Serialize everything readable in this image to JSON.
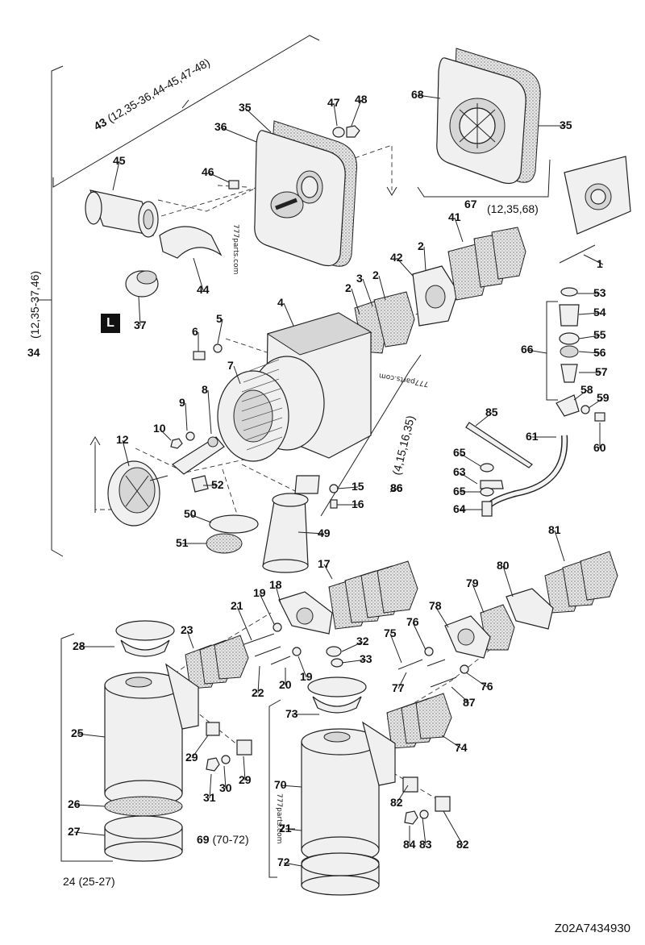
{
  "figure_id": "Z02A7434930",
  "page_mark": "L",
  "watermark": "777parts.com",
  "callouts": [
    "1",
    "2",
    "3",
    "4",
    "5",
    "6",
    "7",
    "8",
    "9",
    "10",
    "12",
    "15",
    "16",
    "17",
    "18",
    "19",
    "20",
    "21",
    "22",
    "23",
    "25",
    "26",
    "27",
    "28",
    "29",
    "30",
    "31",
    "32",
    "33",
    "35",
    "36",
    "37",
    "41",
    "42",
    "44",
    "45",
    "46",
    "47",
    "48",
    "49",
    "50",
    "51",
    "52",
    "53",
    "54",
    "55",
    "56",
    "57",
    "58",
    "59",
    "60",
    "61",
    "63",
    "64",
    "65",
    "66",
    "68",
    "70",
    "71",
    "72",
    "73",
    "74",
    "75",
    "76",
    "77",
    "78",
    "79",
    "80",
    "81",
    "82",
    "83",
    "84",
    "85",
    "86",
    "87"
  ],
  "groups": {
    "g43": {
      "num": "43",
      "members": "(12,35-36,44-45,47-48)"
    },
    "g34": {
      "num": "34",
      "members": "(12,35-37,46)"
    },
    "g67": {
      "num": "67",
      "members": "(12,35,68)"
    },
    "g86": {
      "num": "86",
      "members": "(4,15,16,35)"
    },
    "g24": {
      "num": "24",
      "members": "(25-27)"
    },
    "g69": {
      "num": "69",
      "members": "(70-72)"
    }
  }
}
